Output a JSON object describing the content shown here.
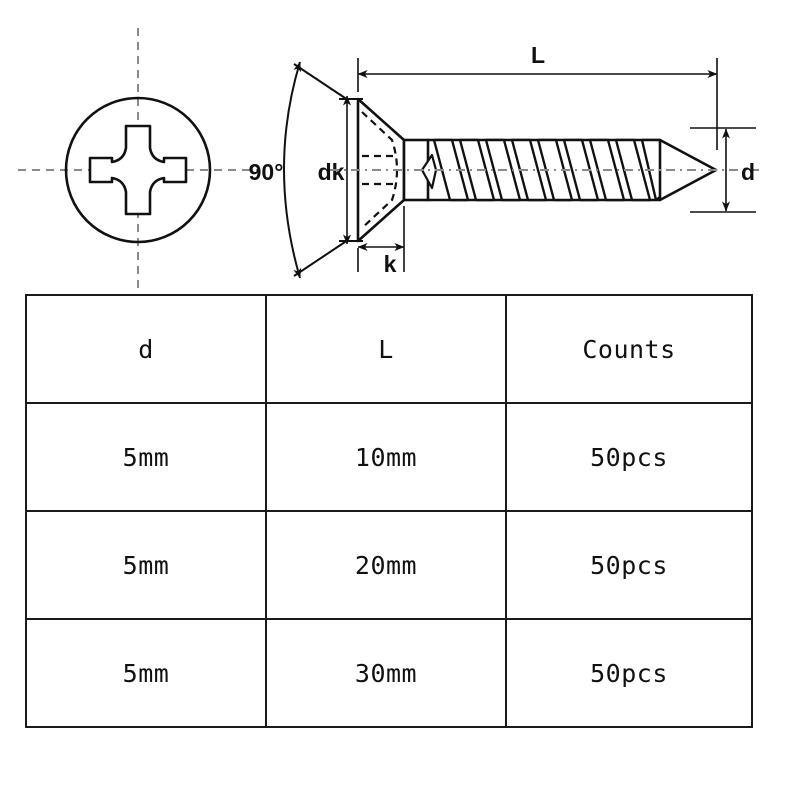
{
  "diagram": {
    "title": "countersunk-phillips-self-tapping-screw",
    "front_view": {
      "name": "head-top-view",
      "recess_type": "phillips-cross"
    },
    "side_view": {
      "name": "screw-side-view",
      "thread_turns": 9,
      "point": "conical"
    },
    "annotations": {
      "angle": "90°",
      "head_diameter": "dk",
      "head_height": "k",
      "length": "L",
      "thread_diameter": "d"
    },
    "colors": {
      "line": "#111111",
      "centerline": "#8a8a8a",
      "background": "#ffffff"
    }
  },
  "table": {
    "headers": [
      "d",
      "L",
      "Counts"
    ],
    "rows": [
      [
        "5mm",
        "10mm",
        "50pcs"
      ],
      [
        "5mm",
        "20mm",
        "50pcs"
      ],
      [
        "5mm",
        "30mm",
        "50pcs"
      ]
    ]
  }
}
